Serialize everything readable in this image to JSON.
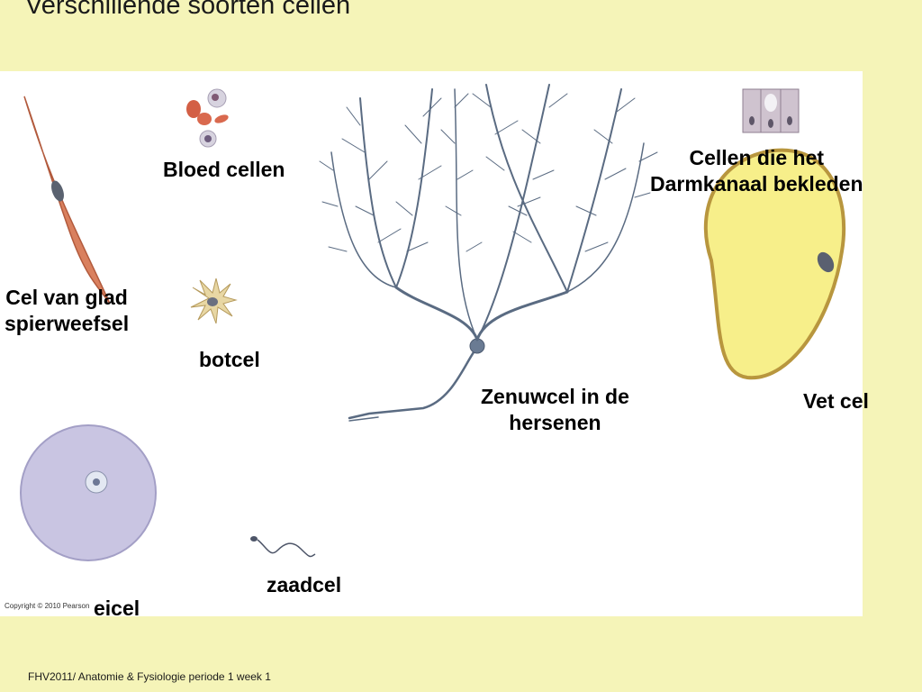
{
  "slide": {
    "title": "Verschillende soorten cellen",
    "footer": "FHV2011/ Anatomie & Fysiologie periode 1 week 1"
  },
  "figure": {
    "copyright": "Copyright © 2010 Pearson",
    "labels": {
      "blood_cells": "Bloed cellen",
      "smooth_muscle_line1": "Cel van glad",
      "smooth_muscle_line2": "spierweefsel",
      "bone_cell": "botcel",
      "nerve_cell_line1": "Zenuwcel in de",
      "nerve_cell_line2": "hersenen",
      "gut_cells_line1": "Cellen die het",
      "gut_cells_line2": "Darmkanaal bekleden",
      "fat_cell": "Vet cel",
      "egg_cell": "eicel",
      "sperm_cell": "zaadcel"
    }
  },
  "colors": {
    "background": "#f5f4b8",
    "panel": "#ffffff",
    "muscle": "#d9805e",
    "neuron": "#5a6b82",
    "fat": "#f7ef8a",
    "egg": "#c9c5e2"
  }
}
